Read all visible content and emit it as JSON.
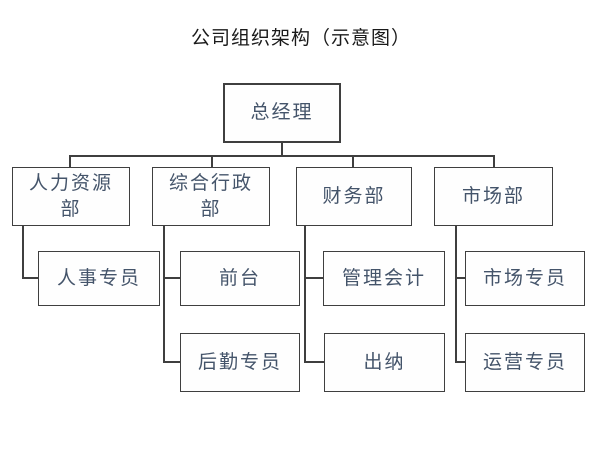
{
  "org": {
    "title": "公司组织架构（示意图）",
    "root": {
      "label": "总经理"
    },
    "departments": [
      {
        "label": "人力资源\n部",
        "children": [
          {
            "label": "人事专员"
          }
        ]
      },
      {
        "label": "综合行政\n部",
        "children": [
          {
            "label": "前台"
          },
          {
            "label": "后勤专员"
          }
        ]
      },
      {
        "label": "财务部",
        "children": [
          {
            "label": "管理会计"
          },
          {
            "label": "出纳"
          }
        ]
      },
      {
        "label": "市场部",
        "children": [
          {
            "label": "市场专员"
          },
          {
            "label": "运营专员"
          }
        ]
      }
    ]
  },
  "colors": {
    "line": "#3f3f3f",
    "node_border": "#3f3f3f",
    "node_text": "#44546A",
    "title_text": "#1a1a1a",
    "background": "#ffffff"
  }
}
